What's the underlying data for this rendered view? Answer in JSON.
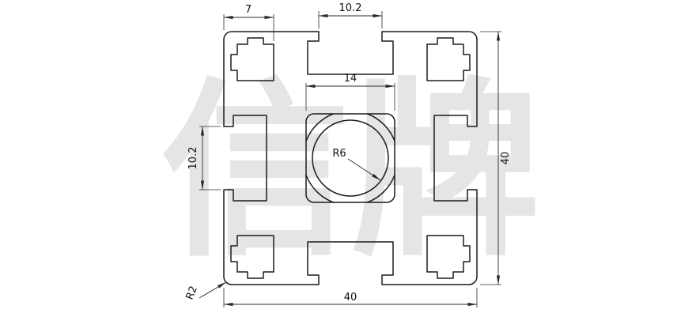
{
  "watermark": {
    "text": "信牌",
    "color": "#e5e5e5"
  },
  "drawing": {
    "dims": {
      "top_left_width": "7",
      "top_slot_width": "10.2",
      "center_cavity_width": "14",
      "left_slot_width": "10.2",
      "overall_height": "40",
      "overall_width": "40",
      "bore_radius": "R6",
      "corner_radius": "R2"
    }
  }
}
